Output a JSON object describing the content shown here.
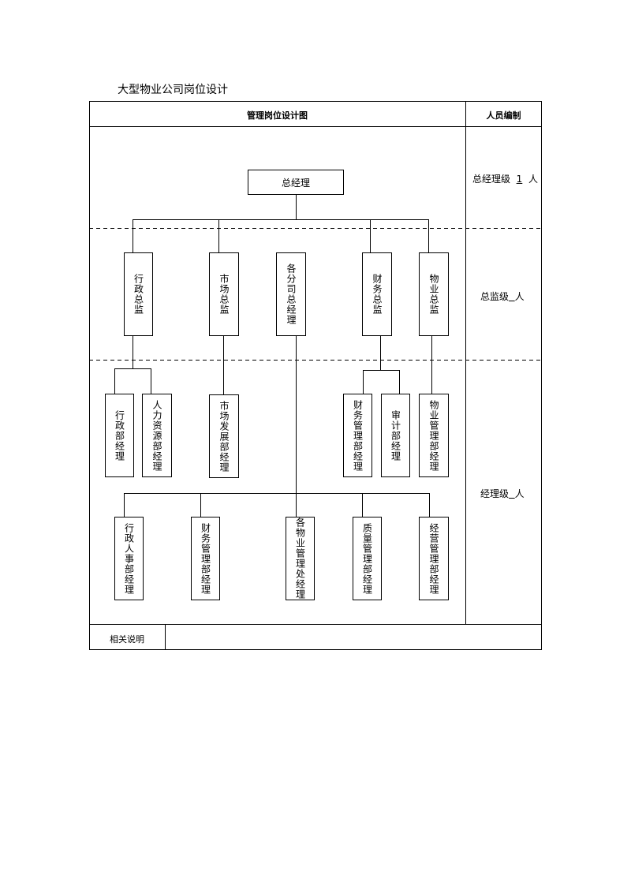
{
  "doc_title": "大型物业公司岗位设计",
  "table": {
    "header_chart": "管理岗位设计图",
    "header_staff": "人员编制",
    "footer_label": "相关说明",
    "footer_value": ""
  },
  "staff": {
    "level1_prefix": "总经理级",
    "level1_count": "1",
    "level1_suffix": "人",
    "level2_prefix": "总监级",
    "level2_blank": "  ",
    "level2_suffix": "人",
    "level3_prefix": "经理级",
    "level3_blank": "  ",
    "level3_suffix": "人"
  },
  "org": {
    "top": "总经理",
    "directors": [
      "行政总监",
      "市场总监",
      "各分司总经理",
      "财务总监",
      "物业总监"
    ],
    "managers_row1": [
      "行政部经理",
      "人力资源部经理",
      "市场发展部经理",
      "财务管理部经理",
      "审计部经理",
      "物业管理部经理"
    ],
    "managers_row2": [
      "行政人事部经理",
      "财务管理部经理",
      "各物业管理处经理",
      "质量管理部经理",
      "经营管理部经理"
    ]
  }
}
